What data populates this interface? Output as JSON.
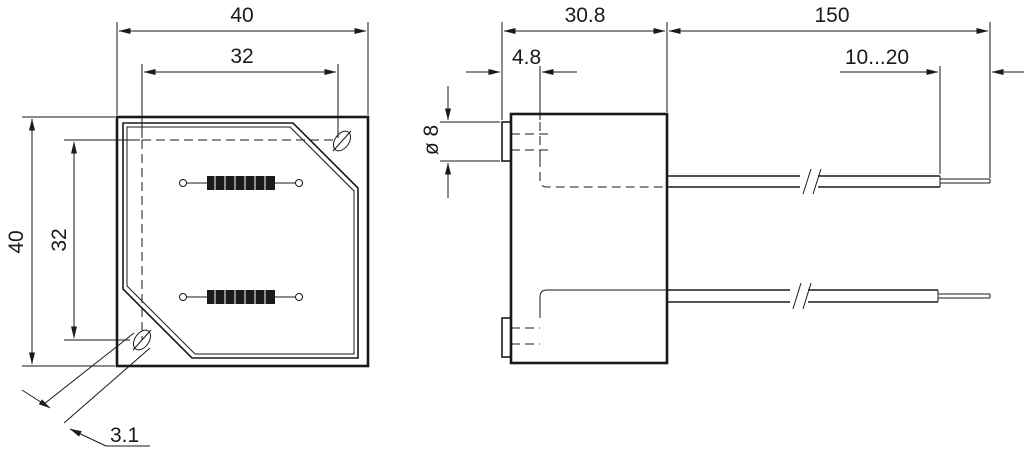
{
  "dimensions": {
    "front_width_outer": "40",
    "front_width_inner": "32",
    "front_height_outer": "40",
    "front_height_inner": "32",
    "hole_diameter": "3.1",
    "side_depth": "30.8",
    "side_lens_offset": "4.8",
    "side_lens_diameter": "ø 8",
    "cable_length": "150",
    "cable_strip": "10...20"
  },
  "colors": {
    "line": "#1a1a1a",
    "background": "#ffffff"
  }
}
